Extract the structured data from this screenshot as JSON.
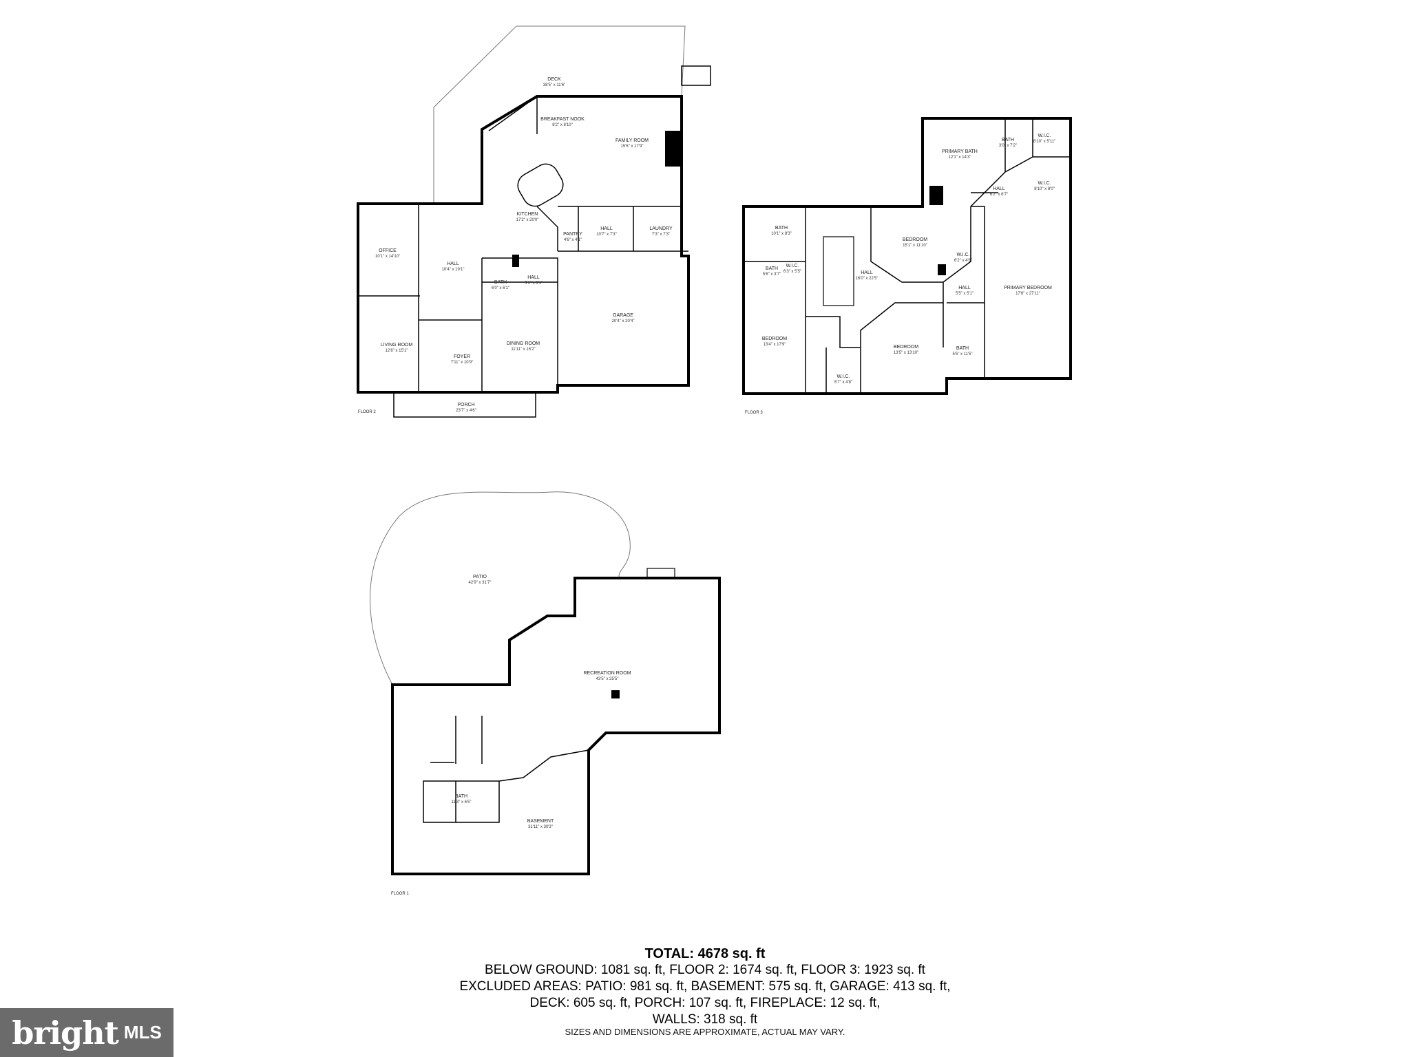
{
  "floors": {
    "floor2": {
      "label": "FLOOR 2",
      "rooms": [
        {
          "name": "DECK",
          "dims": "38'5\" x 11'6\""
        },
        {
          "name": "BREAKFAST NOOK",
          "dims": "8'2\" x 8'10\""
        },
        {
          "name": "FAMILY ROOM",
          "dims": "15'6\" x 17'9\""
        },
        {
          "name": "KITCHEN",
          "dims": "17'2\" x 20'0\""
        },
        {
          "name": "PANTRY",
          "dims": "4'6\" x 4'1\""
        },
        {
          "name": "HALL",
          "dims": "10'7\" x 7'3\""
        },
        {
          "name": "LAUNDRY",
          "dims": "7'3\" x 7'3\""
        },
        {
          "name": "OFFICE",
          "dims": "10'1\" x 14'10\""
        },
        {
          "name": "HALL",
          "dims": "10'4\" x 19'1\""
        },
        {
          "name": "BATH",
          "dims": "6'0\" x 6'1\""
        },
        {
          "name": "HALL",
          "dims": "5'1\" x 6'1\""
        },
        {
          "name": "GARAGE",
          "dims": "20'4\" x 20'4\""
        },
        {
          "name": "LIVING ROOM",
          "dims": "12'6\" x 15'1\""
        },
        {
          "name": "FOYER",
          "dims": "7'11\" x 10'9\""
        },
        {
          "name": "DINING ROOM",
          "dims": "11'11\" x 15'2\""
        },
        {
          "name": "PORCH",
          "dims": "23'7\" x 4'6\""
        }
      ]
    },
    "floor3": {
      "label": "FLOOR 3",
      "rooms": [
        {
          "name": "PRIMARY BATH",
          "dims": "12'1\" x 14'3\""
        },
        {
          "name": "BATH",
          "dims": "3'0\" x 7'2\""
        },
        {
          "name": "W.I.C.",
          "dims": "8'10\" x 5'11\""
        },
        {
          "name": "W.I.C.",
          "dims": "8'10\" x 8'0\""
        },
        {
          "name": "HALL",
          "dims": "6'2\" x 6'7\""
        },
        {
          "name": "BATH",
          "dims": "10'1\" x 8'3\""
        },
        {
          "name": "BEDROOM",
          "dims": "15'1\" x 11'10\""
        },
        {
          "name": "W.I.C.",
          "dims": "6'2\" x 4'8\""
        },
        {
          "name": "BATH",
          "dims": "5'6\" x 3'7\""
        },
        {
          "name": "W.I.C.",
          "dims": "6'3\" x 5'5\""
        },
        {
          "name": "HALL",
          "dims": "16'0\" x 22'5\""
        },
        {
          "name": "HALL",
          "dims": "5'5\" x 5'1\""
        },
        {
          "name": "PRIMARY BEDROOM",
          "dims": "17'6\" x 27'11\""
        },
        {
          "name": "BEDROOM",
          "dims": "13'4\" x 17'9\""
        },
        {
          "name": "BEDROOM",
          "dims": "13'5\" x 13'10\""
        },
        {
          "name": "BATH",
          "dims": "5'5\" x 11'5\""
        },
        {
          "name": "W.I.C.",
          "dims": "5'7\" x 4'8\""
        }
      ]
    },
    "floor1": {
      "label": "FLOOR 1",
      "rooms": [
        {
          "name": "PATIO",
          "dims": "42'9\" x 31'7\""
        },
        {
          "name": "RECREATION ROOM",
          "dims": "43'5\" x 25'5\""
        },
        {
          "name": "BATH",
          "dims": "11'3\" x 6'5\""
        },
        {
          "name": "BASEMENT",
          "dims": "31'11\" x 30'3\""
        }
      ]
    }
  },
  "summary": {
    "total": "TOTAL: 4678 sq. ft",
    "lines": [
      "BELOW GROUND: 1081 sq. ft, FLOOR 2: 1674 sq. ft, FLOOR 3: 1923 sq. ft",
      "EXCLUDED AREAS: PATIO: 981 sq. ft, BASEMENT: 575 sq. ft, GARAGE: 413 sq. ft,",
      "DECK: 605 sq. ft, PORCH: 107 sq. ft, FIREPLACE: 12 sq. ft,",
      "WALLS: 318 sq. ft"
    ],
    "disclaimer": "SIZES AND DIMENSIONS ARE APPROXIMATE, ACTUAL MAY VARY."
  },
  "logo": {
    "brand": "bright",
    "suffix": "MLS"
  }
}
